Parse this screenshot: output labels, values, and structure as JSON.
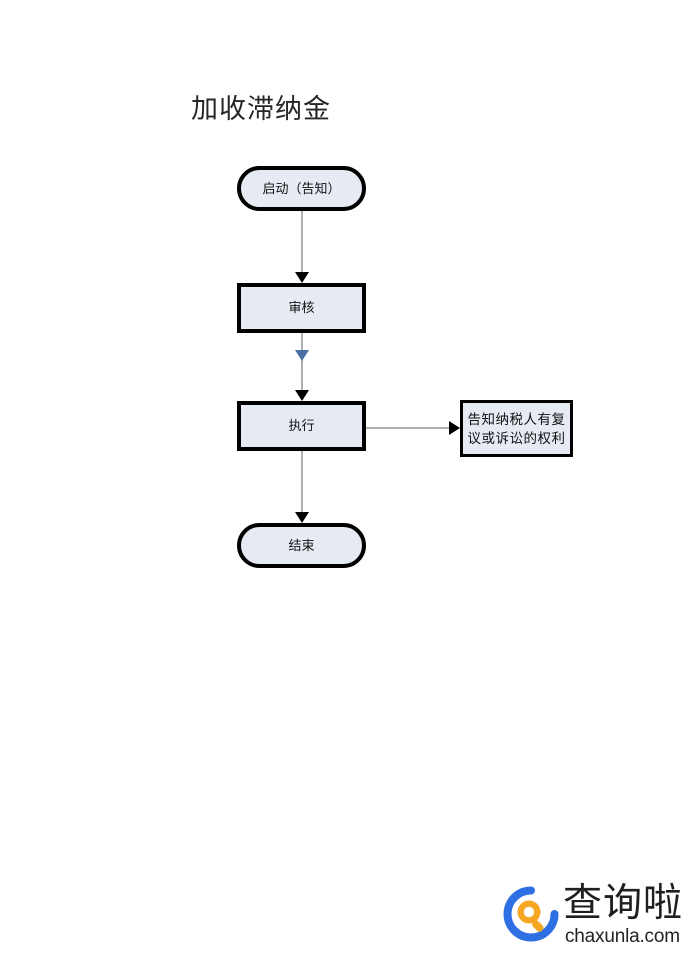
{
  "document": {
    "title": "加收滞纳金",
    "background_color": "#ffffff"
  },
  "flowchart": {
    "node_fill_color": "#e6eaf3",
    "node_border_color": "#000000",
    "connector_color": "#b0b0b0",
    "accent_arrow_color": "#4a6fa5",
    "nodes": [
      {
        "id": "start",
        "label": "启动（告知）",
        "shape": "terminator"
      },
      {
        "id": "review",
        "label": "审核",
        "shape": "process"
      },
      {
        "id": "execute",
        "label": "执行",
        "shape": "process"
      },
      {
        "id": "end",
        "label": "结束",
        "shape": "terminator"
      },
      {
        "id": "notice",
        "label": "告知纳税人有复\n议或诉讼的权利",
        "shape": "note"
      }
    ],
    "edges": [
      {
        "from": "start",
        "to": "review",
        "direction": "down",
        "arrow_color": "#000000"
      },
      {
        "from": "review",
        "to": "execute",
        "direction": "down",
        "arrow_color": "#000000",
        "mid_arrow_color": "#4a6fa5"
      },
      {
        "from": "execute",
        "to": "end",
        "direction": "down",
        "arrow_color": "#000000"
      },
      {
        "from": "execute",
        "to": "notice",
        "direction": "right",
        "arrow_color": "#000000"
      }
    ]
  },
  "watermark": {
    "brand_cn": "查询啦",
    "domain": "chaxunla.com",
    "logo_icon": "magnifier-q-logo-icon",
    "ring_color": "#2f6fe4",
    "lens_color": "#f5a623"
  }
}
